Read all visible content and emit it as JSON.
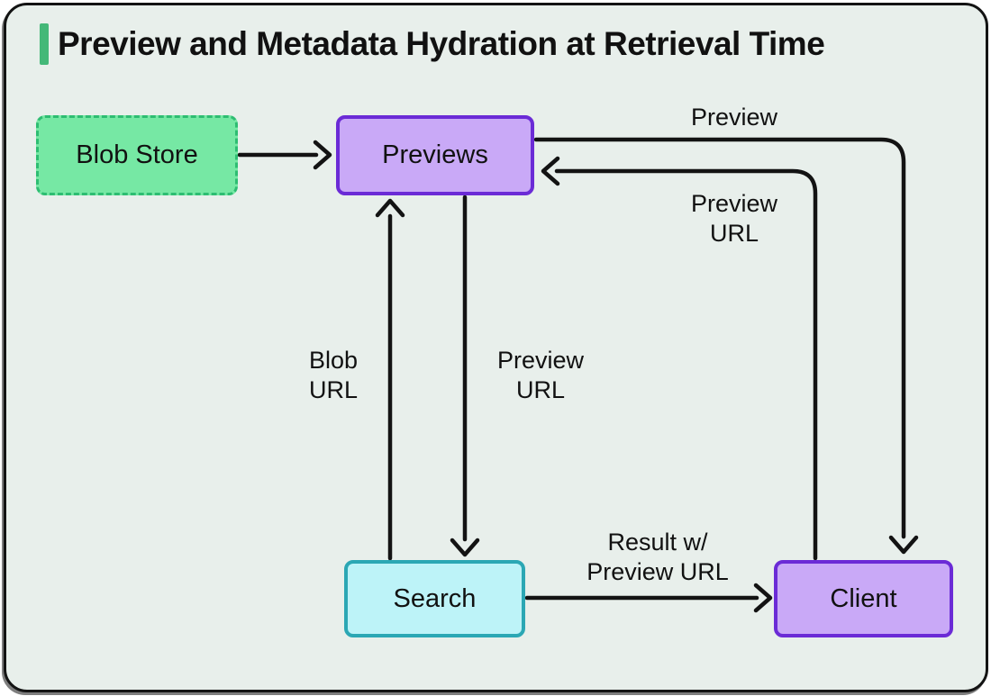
{
  "title": "Preview and Metadata Hydration at Retrieval Time",
  "nodes": {
    "blob_store": {
      "label": "Blob Store"
    },
    "previews": {
      "label": "Previews"
    },
    "search": {
      "label": "Search"
    },
    "client": {
      "label": "Client"
    }
  },
  "edges": {
    "blob_store_to_previews": {
      "from": "Blob Store",
      "to": "Previews"
    },
    "previews_to_client": {
      "from": "Previews",
      "to": "Client",
      "label": "Preview"
    },
    "client_to_previews": {
      "from": "Client",
      "to": "Previews",
      "label": "Preview\nURL"
    },
    "search_to_previews": {
      "from": "Search",
      "to": "Previews",
      "label": "Blob\nURL"
    },
    "previews_to_search": {
      "from": "Previews",
      "to": "Search",
      "label": "Preview\nURL"
    },
    "search_to_client": {
      "from": "Search",
      "to": "Client",
      "label": "Result w/\nPreview URL"
    }
  },
  "colors": {
    "background": "#e8efeb",
    "frame_border": "#131313",
    "accent_bar": "#44b878",
    "blob_store_fill": "#76e8a4",
    "blob_store_border": "#2ebd72",
    "purple_fill": "#c9a9f7",
    "purple_border": "#6b2bd6",
    "search_fill": "#bdf3f8",
    "search_border": "#2ba7b4",
    "arrow": "#131313"
  }
}
